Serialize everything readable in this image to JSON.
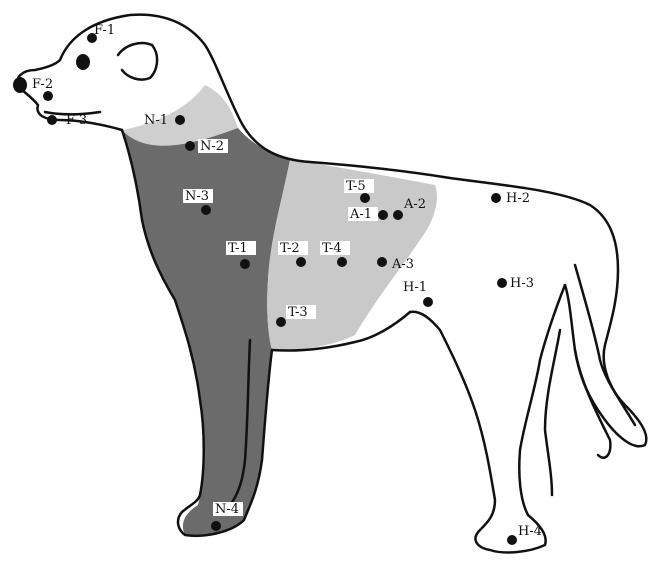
{
  "colors": {
    "outline": "#111111",
    "neck_band_light": "#cfcfcf",
    "dark_region": "#6b6b6b",
    "light_region": "#c9c9c9",
    "label_bg": "#ffffff",
    "background": "#ffffff"
  },
  "points": [
    {
      "id": "F-1",
      "label": "F-1"
    },
    {
      "id": "F-2",
      "label": "F-2"
    },
    {
      "id": "F-3",
      "label": "F-3"
    },
    {
      "id": "N-1",
      "label": "N-1"
    },
    {
      "id": "N-2",
      "label": "N-2"
    },
    {
      "id": "N-3",
      "label": "N-3"
    },
    {
      "id": "N-4",
      "label": "N-4"
    },
    {
      "id": "T-1",
      "label": "T-1"
    },
    {
      "id": "T-2",
      "label": "T-2"
    },
    {
      "id": "T-3",
      "label": "T-3"
    },
    {
      "id": "T-4",
      "label": "T-4"
    },
    {
      "id": "T-5",
      "label": "T-5"
    },
    {
      "id": "A-1",
      "label": "A-1"
    },
    {
      "id": "A-2",
      "label": "A-2"
    },
    {
      "id": "A-3",
      "label": "A-3"
    },
    {
      "id": "H-1",
      "label": "H-1"
    },
    {
      "id": "H-2",
      "label": "H-2"
    },
    {
      "id": "H-3",
      "label": "H-3"
    },
    {
      "id": "H-4",
      "label": "H-4"
    }
  ]
}
